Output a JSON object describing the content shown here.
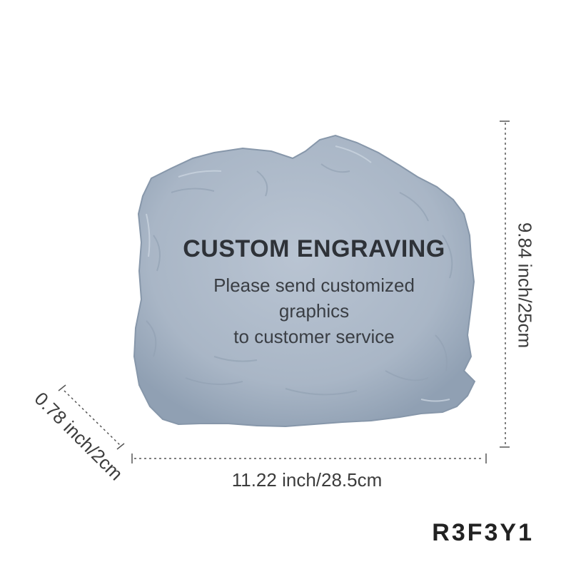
{
  "engraving": {
    "title": "CUSTOM ENGRAVING",
    "line1": "Please send customized",
    "line2": "graphics",
    "line3": "to customer service"
  },
  "dimensions": {
    "width": "11.22 inch/28.5cm",
    "height": "9.84 inch/25cm",
    "depth": "0.78 inch/2cm"
  },
  "sku": "R3F3Y1",
  "colors": {
    "stone": "#a9b6c6",
    "stone_shadow": "#8796a8",
    "stone_highlight": "#c6d0dc",
    "text": "#2e3238",
    "guide": "#555555"
  }
}
